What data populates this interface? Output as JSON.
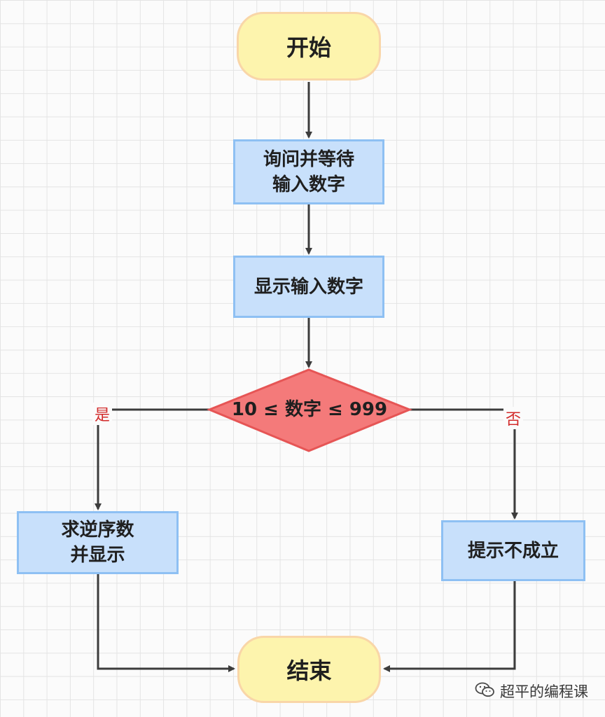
{
  "flowchart": {
    "start": "开始",
    "step_ask": "询问并等待\n输入数字",
    "step_show": "显示输入数字",
    "decision": "10 ≤ 数字 ≤ 999",
    "yes_label": "是",
    "no_label": "否",
    "step_reverse": "求逆序数\n并显示",
    "step_invalid": "提示不成立",
    "end": "结束"
  },
  "watermark": {
    "text": "超平的编程课",
    "icon": "wechat-icon"
  },
  "colors": {
    "terminal_fill": "#fdf4ad",
    "process_fill": "#c8e0fb",
    "decision_fill": "#f47a7a",
    "arrow": "#3c3c3c",
    "branch_text": "#d22b2b"
  }
}
